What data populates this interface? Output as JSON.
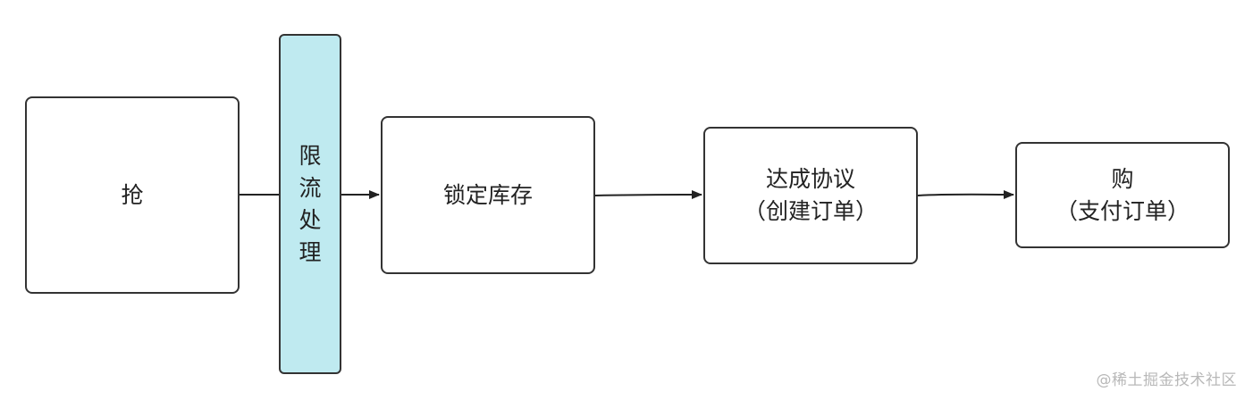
{
  "nodes": {
    "grab": {
      "label": "抢"
    },
    "limit": {
      "chars": [
        "限",
        "流",
        "处",
        "理"
      ]
    },
    "lock": {
      "label": "锁定库存"
    },
    "agree": {
      "line1": "达成协议",
      "line2": "（创建订单）"
    },
    "buy": {
      "line1": "购",
      "line2": "（支付订单）"
    }
  },
  "watermark": "@稀土掘金技术社区",
  "colors": {
    "limit_fill": "#bfeaf0",
    "border": "#333333",
    "watermark": "#b8b8b8"
  }
}
